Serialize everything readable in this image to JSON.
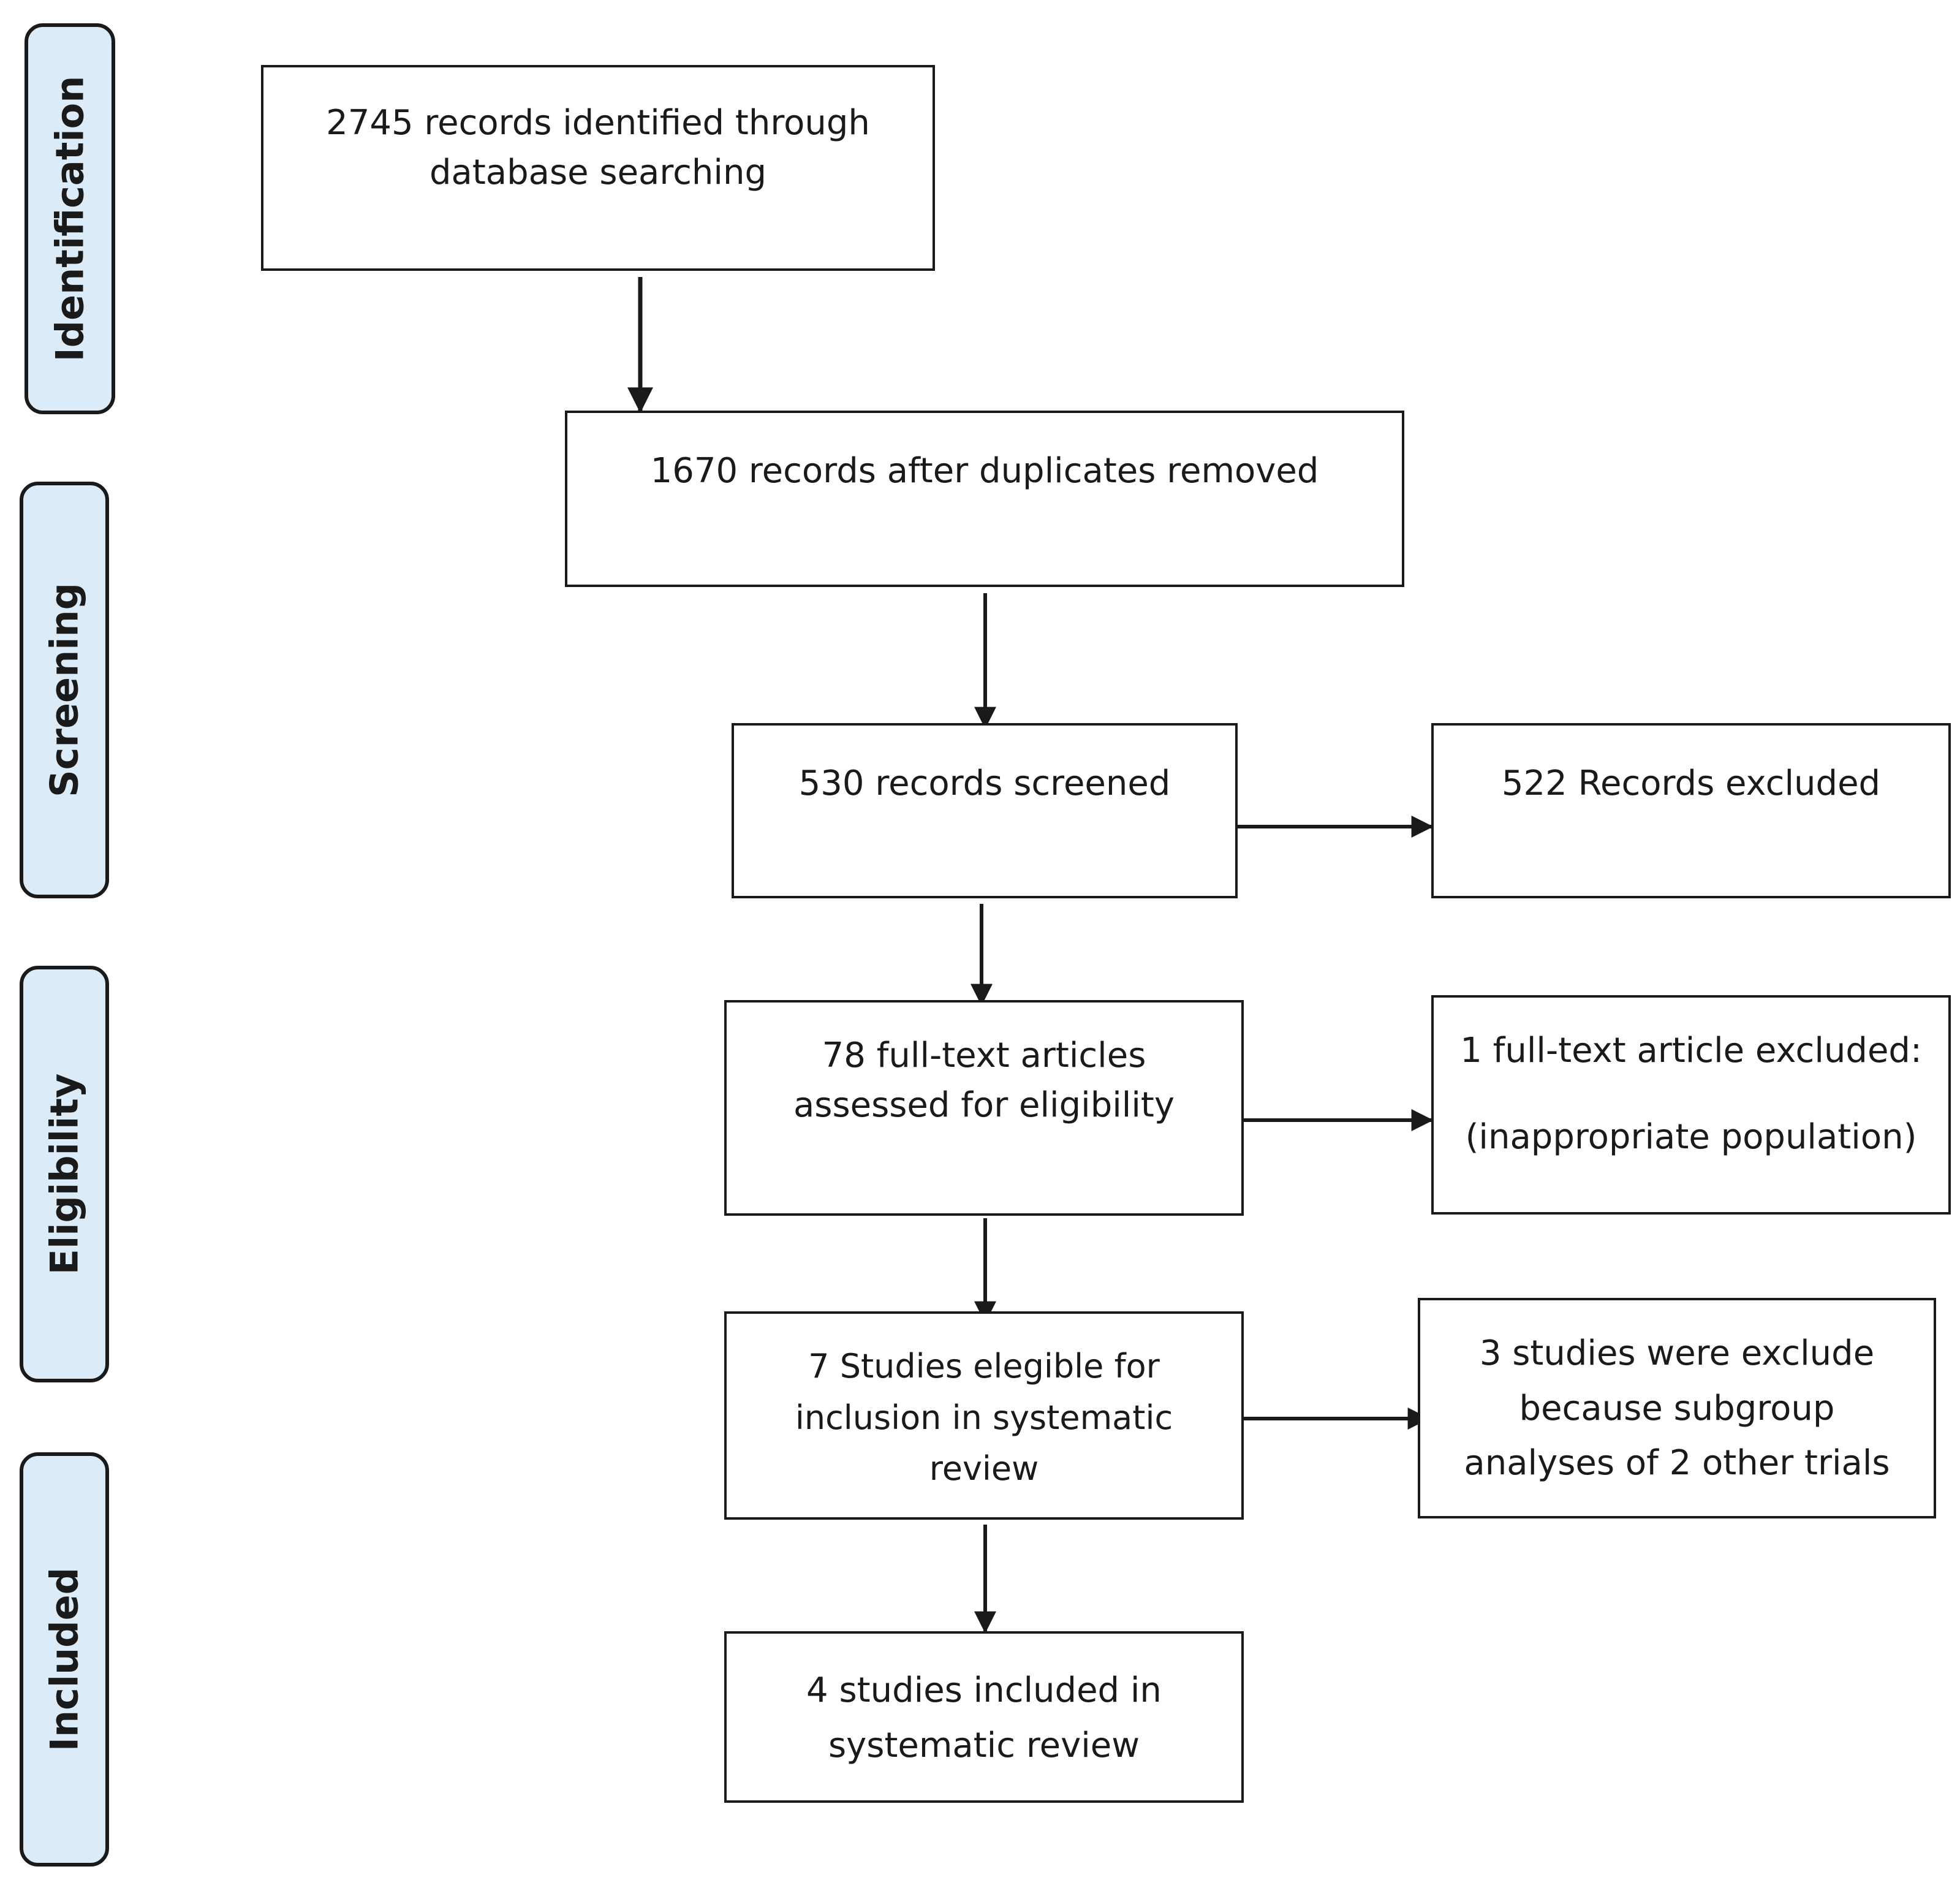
{
  "phases": [
    {
      "label": "Identification"
    },
    {
      "label": "Screening"
    },
    {
      "label": "Eligibility"
    },
    {
      "label": "Included"
    }
  ],
  "boxes": {
    "identified": {
      "lines": [
        "2745 records identified through",
        "database searching"
      ]
    },
    "deduplicated": {
      "lines": [
        "1670 records after duplicates removed"
      ]
    },
    "screened": {
      "lines": [
        "530 records screened"
      ]
    },
    "excluded_records": {
      "lines": [
        "522 Records excluded"
      ]
    },
    "fulltext_assessed": {
      "lines": [
        "78 full-text articles",
        "assessed for eligibility"
      ]
    },
    "fulltext_excluded": {
      "lines": [
        "1 full-text article excluded:",
        "(inappropriate population)"
      ]
    },
    "eligible": {
      "lines": [
        "7 Studies elegible for",
        "inclusion in systematic",
        "review"
      ]
    },
    "studies_excluded": {
      "lines": [
        "3 studies were exclude",
        "because subgroup",
        "analyses of 2 other trials"
      ]
    },
    "included": {
      "lines": [
        "4 studies included in",
        "systematic review"
      ]
    }
  },
  "colors": {
    "phase_fill": "#dcebf8",
    "stroke": "#1a1a1a",
    "box_fill": "#ffffff"
  }
}
